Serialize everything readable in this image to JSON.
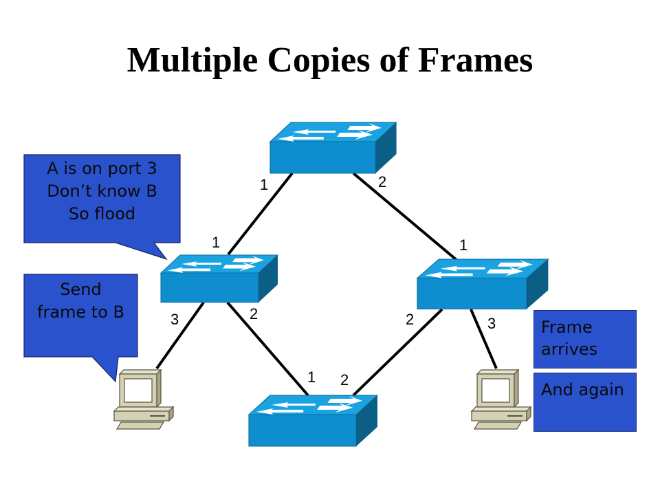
{
  "slide": {
    "title": "Multiple Copies of Frames"
  },
  "colors": {
    "callout_fill": "#2a52cc",
    "switch_top": "#1aa3e0",
    "switch_front": "#0e8ecf",
    "switch_side": "#0b5f86",
    "link": "#000000",
    "pc_body": "#d4d1b4"
  },
  "callouts": {
    "switch_decision": {
      "lines": [
        "A is on port 3",
        "Don’t know B",
        "So flood"
      ]
    },
    "host_a_send": {
      "lines": [
        "Send",
        "frame to B"
      ]
    }
  },
  "notes": {
    "frame_arrives": "Frame arrives",
    "and_again": "And again"
  },
  "devices": {
    "switches": [
      {
        "id": "switch-top",
        "icon": "switch-icon"
      },
      {
        "id": "switch-left",
        "icon": "switch-icon"
      },
      {
        "id": "switch-right",
        "icon": "switch-icon"
      },
      {
        "id": "switch-bottom",
        "icon": "switch-icon"
      }
    ],
    "hosts": [
      {
        "id": "host-a",
        "icon": "computer-icon"
      },
      {
        "id": "host-b",
        "icon": "computer-icon"
      }
    ]
  },
  "links": [
    {
      "from": "switch-top",
      "from_port": "1",
      "to": "switch-left",
      "to_port": "1"
    },
    {
      "from": "switch-top",
      "from_port": "2",
      "to": "switch-right",
      "to_port": "1"
    },
    {
      "from": "switch-left",
      "from_port": "2",
      "to": "switch-bottom",
      "to_port": "1"
    },
    {
      "from": "switch-right",
      "from_port": "2",
      "to": "switch-bottom",
      "to_port": "2"
    },
    {
      "from": "switch-left",
      "from_port": "3",
      "to": "host-a",
      "to_port": ""
    },
    {
      "from": "switch-right",
      "from_port": "3",
      "to": "host-b",
      "to_port": ""
    }
  ],
  "port_labels": {
    "top_1": "1",
    "top_2": "2",
    "left_1": "1",
    "left_2": "2",
    "left_3": "3",
    "right_1": "1",
    "right_2": "2",
    "right_3": "3",
    "bottom_1": "1",
    "bottom_2": "2"
  }
}
